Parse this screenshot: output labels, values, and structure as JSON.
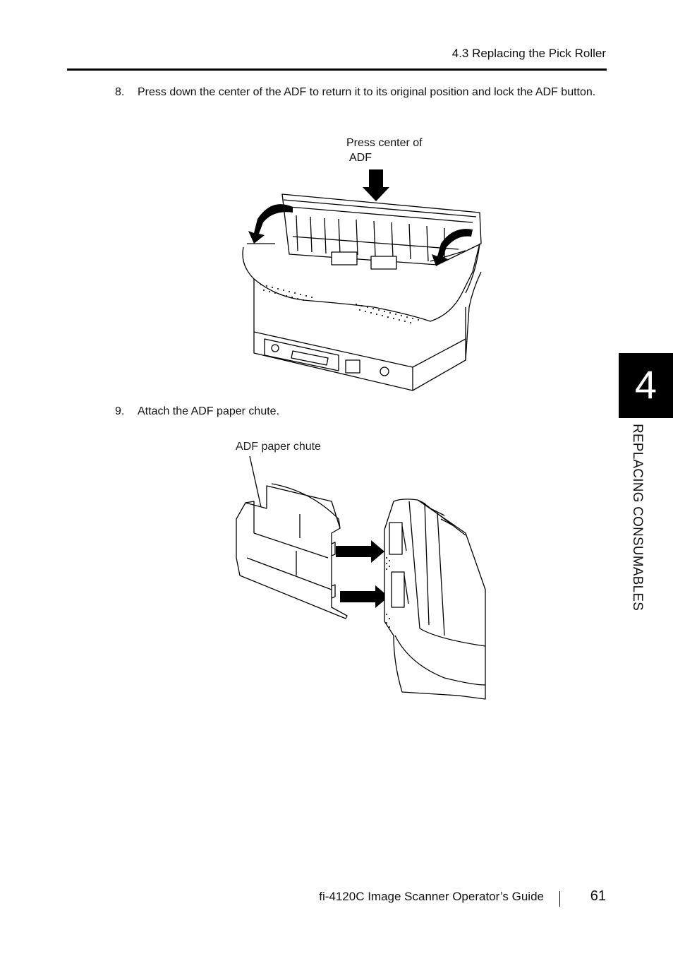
{
  "header": {
    "section_title": "4.3 Replacing the Pick Roller"
  },
  "steps": [
    {
      "number": "8.",
      "text": "Press down the center of the ADF to return it to its original position and lock the ADF button."
    },
    {
      "number": "9.",
      "text": "Attach the ADF paper chute."
    }
  ],
  "figures": {
    "figure1": {
      "callout_line1": "Press center of",
      "callout_line2": "ADF"
    },
    "figure2": {
      "callout": "ADF paper chute"
    }
  },
  "chapter_tab": {
    "number": "4",
    "name": "REPLACING CONSUMABLES"
  },
  "footer": {
    "guide_title": "fi-4120C Image Scanner Operator’s Guide",
    "page_number": "61"
  }
}
